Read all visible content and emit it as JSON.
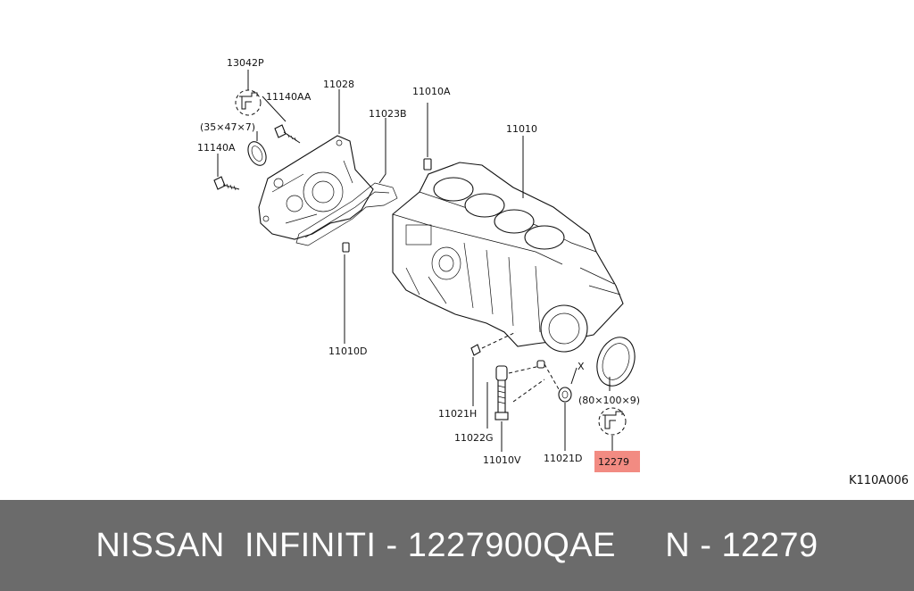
{
  "diagram": {
    "part_labels": {
      "p13042P": "13042P",
      "p11140AA": "11140AA",
      "p11028": "11028",
      "p11010A": "11010A",
      "p11023B": "11023B",
      "p11010": "11010",
      "seal_small_size": "(35×47×7)",
      "p11140A": "11140A",
      "p11010D": "11010D",
      "p11021H": "11021H",
      "p11022G": "11022G",
      "p11010V": "11010V",
      "p11021D": "11021D",
      "x_mark": "X",
      "seal_large_size": "(80×100×9)",
      "p12279": "12279"
    },
    "highlight_color": "#f28b82",
    "diagram_code": "K110A006"
  },
  "footer": {
    "text": "NISSAN  INFINITI - 1227900QAE     N - 12279",
    "background": "#6b6b6b"
  }
}
